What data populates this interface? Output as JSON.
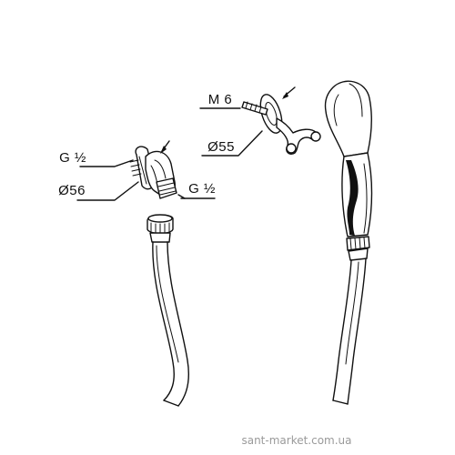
{
  "labels": {
    "elbow_inlet_thread": "G ½",
    "elbow_flange_diameter": "Ø56",
    "elbow_outlet_thread": "G ½",
    "holder_screw": "M 6",
    "holder_flange_diameter": "Ø55"
  },
  "watermark": "sant-market.com.ua",
  "colors": {
    "line": "#111111",
    "background": "#ffffff",
    "watermark": "#9a9a9a"
  }
}
